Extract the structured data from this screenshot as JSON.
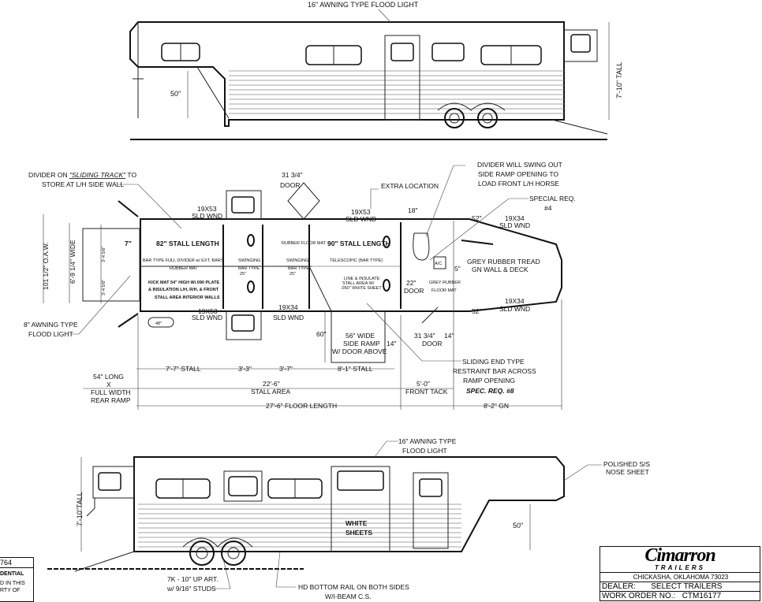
{
  "top_elevation": {
    "awning_light": "16\" AWNING TYPE FLOOD LIGHT",
    "height": "7'-10\" TALL",
    "nose_height": "50\""
  },
  "plan": {
    "divider_note_1": "DIVIDER ON",
    "divider_note_track": "\"SLIDING TRACK\"",
    "divider_note_2": "TO",
    "divider_note_3": "STORE AT L/H SIDE WALL",
    "door_dim": "31 3/4\"",
    "door_label": "DOOR",
    "window_top_left": "19X53",
    "window_top_left_2": "SLD WND",
    "window_top_right": "19X53",
    "window_top_right_2": "SLD WND",
    "extra_location": "EXTRA LOCATION",
    "dim_18": "18\"",
    "divider_swing_1": "DIVIDER WILL SWING OUT",
    "divider_swing_2": "SIDE RAMP OPENING TO",
    "divider_swing_3": "LOAD FRONT L/H HORSE",
    "special_req": "SPECIAL REQ.",
    "special_req_num": "#4",
    "dim_52_top": "52\"",
    "window_gn_top": "19X34",
    "window_gn_top_2": "SLD WND",
    "oaw": "101 1/2\" O.A.W.",
    "wide": "6'-9 1/4\" WIDE",
    "half_width_1": "3'-4 5/8\"",
    "half_width_2": "3'-4 5/8\"",
    "dim_7": "7\"",
    "stall_82": "82\" STALL LENGTH",
    "stall_90": "90\" STALL LENGTH",
    "rubber_floor_mat": "RUBBER FLOOR MAT",
    "bar_divider": "BAR TYPE FULL DIVIDER w/ EXT. BARS",
    "rubber_mat": "RUBBER MAT",
    "swinging_1": "SWINGING",
    "bar_type_1": "BAR TYPE",
    "dim_25_1": "25\"",
    "swinging_2": "SWINGING",
    "bar_type_2": "BAR TYPE",
    "dim_25_2": "25\"",
    "telescopic": "TELESCOPIC (BAR TYPE)",
    "kick_mat_1": "KICK MAT 54\" HIGH W/.090 PLATE",
    "kick_mat_2": "& INSULATION L/H, R/H, & FRONT",
    "kick_mat_3": "STALL AREA INTERIOR WALLS",
    "line_insulate_1": "LINE & INSULATE",
    "line_insulate_2": "STALL AREA W/",
    "line_insulate_3": ".050\" WHITE SHEET",
    "ac": "A/C",
    "dim_5": "5\"",
    "grey_tread_1": "GREY RUBBER TREAD",
    "grey_tread_2": "GN WALL & DECK",
    "door_22": "22\"",
    "door_22_label": "DOOR",
    "grey_mat_1": "GREY RUBBER",
    "grey_mat_2": "FLOOR MAT",
    "window_bottom_left": "19X53",
    "window_bottom_left_2": "SLD WND",
    "window_bottom_mid": "19X34",
    "window_bottom_mid_2": "SLD WND",
    "dim_52_bottom": "52\"",
    "window_gn_bottom": "19X34",
    "window_gn_bottom_2": "SLD WND",
    "awning_8_1": "8\" AWNING TYPE",
    "awning_8_2": "FLOOD LIGHT",
    "dim_48": "48\"",
    "dim_60": "60\"",
    "ramp_1": "56\" WIDE",
    "ramp_2": "SIDE RAMP",
    "ramp_3": "W/ DOOR ABOVE",
    "dim_14_1": "14\"",
    "door2_dim": "31 3/4\"",
    "door2_label": "DOOR",
    "dim_14_2": "14\"",
    "sliding_1": "SLIDING END TYPE",
    "sliding_2": "RESTRAINT BAR ACROSS",
    "sliding_3": "RAMP OPENING",
    "spec_req_8": "SPEC. REQ. #8",
    "stall_1": "7'-7\" STALL",
    "dim_33": "3'-3\"",
    "dim_37": "3'-7\"",
    "stall_2": "8'-1\" STALL",
    "rear_ramp_1": "54\" LONG",
    "rear_ramp_2": "X",
    "rear_ramp_3": "FULL WIDTH",
    "rear_ramp_4": "REAR RAMP",
    "stall_area": "22'-6\"",
    "stall_area_label": "STALL AREA",
    "front_tack": "5'-0\"",
    "front_tack_label": "FRONT TACK",
    "floor_length": "27'-6\" FLOOR LENGTH",
    "gn": "8'-2\" GN"
  },
  "bottom_elevation": {
    "awning_1": "16\" AWNING TYPE",
    "awning_2": "FLOOD LIGHT",
    "nose_1": "POLISHED S/S",
    "nose_2": "NOSE SHEET",
    "height": "7'-10\"TALL",
    "white_sheets_1": "WHITE",
    "white_sheets_2": "SHEETS",
    "nose_height": "50\"",
    "axle_1": "7K - 10\" UP ART.",
    "axle_2": "w/ 9/16\" STUDS",
    "rail_1": "HD BOTTOM RAIL ON BOTH SIDES",
    "rail_2": "W/I-BEAM C.S."
  },
  "left_block": {
    "number": "764",
    "conf": "DENTIAL",
    "note_1": "D IN THIS",
    "note_2": "RTY OF"
  },
  "title_block": {
    "logo": "Cimarron",
    "logo_sub": "TRAILERS",
    "address": "CHICKASHA, OKLAHOMA 73023",
    "dealer_label": "DEALER:",
    "dealer": "SELECT TRAILERS",
    "wo_label": "WORK ORDER NO.:",
    "wo": "CTM16177"
  }
}
